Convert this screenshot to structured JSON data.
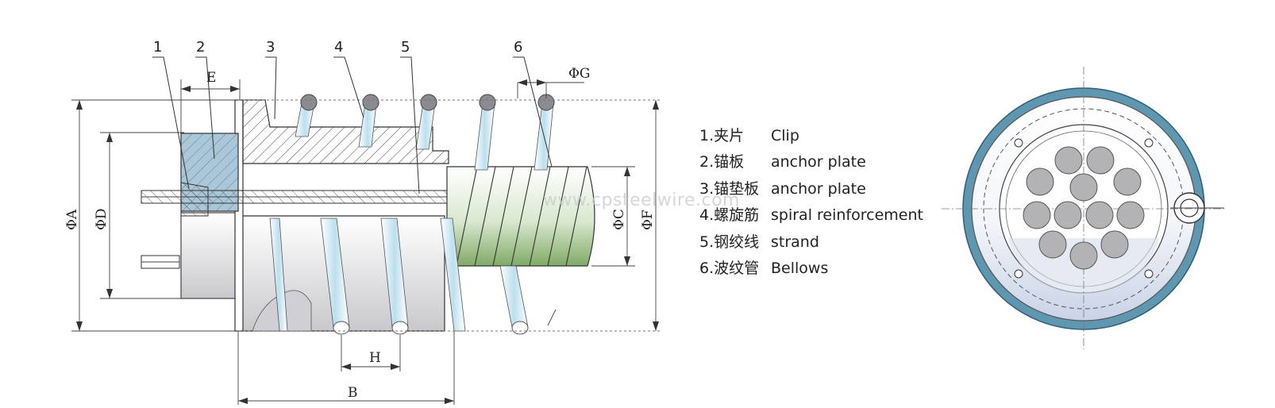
{
  "callouts": [
    "1",
    "2",
    "3",
    "4",
    "5",
    "6"
  ],
  "dimensions": {
    "phiA": "ΦA",
    "phiD": "ΦD",
    "phiC": "ΦC",
    "phiF": "ΦF",
    "phiG": "ΦG",
    "E": "E",
    "H": "H",
    "B": "B"
  },
  "legend": [
    {
      "number_cn": "1.夹片",
      "en": "Clip"
    },
    {
      "number_cn": "2.锚板",
      "en": "anchor plate"
    },
    {
      "number_cn": "3.锚垫板",
      "en": "anchor plate"
    },
    {
      "number_cn": "4.螺旋筋",
      "en": "spiral reinforcement"
    },
    {
      "number_cn": "5.钢绞线",
      "en": "strand"
    },
    {
      "number_cn": "6.波纹管",
      "en": "Bellows"
    }
  ],
  "watermark": "www.cpsteelwire.com",
  "colors": {
    "line": "#333333",
    "anchor_block": "#a9c7d9",
    "bellows": "#9fc28a",
    "ring": "#5f97b0",
    "strand_fill": "#b3b3b6"
  }
}
